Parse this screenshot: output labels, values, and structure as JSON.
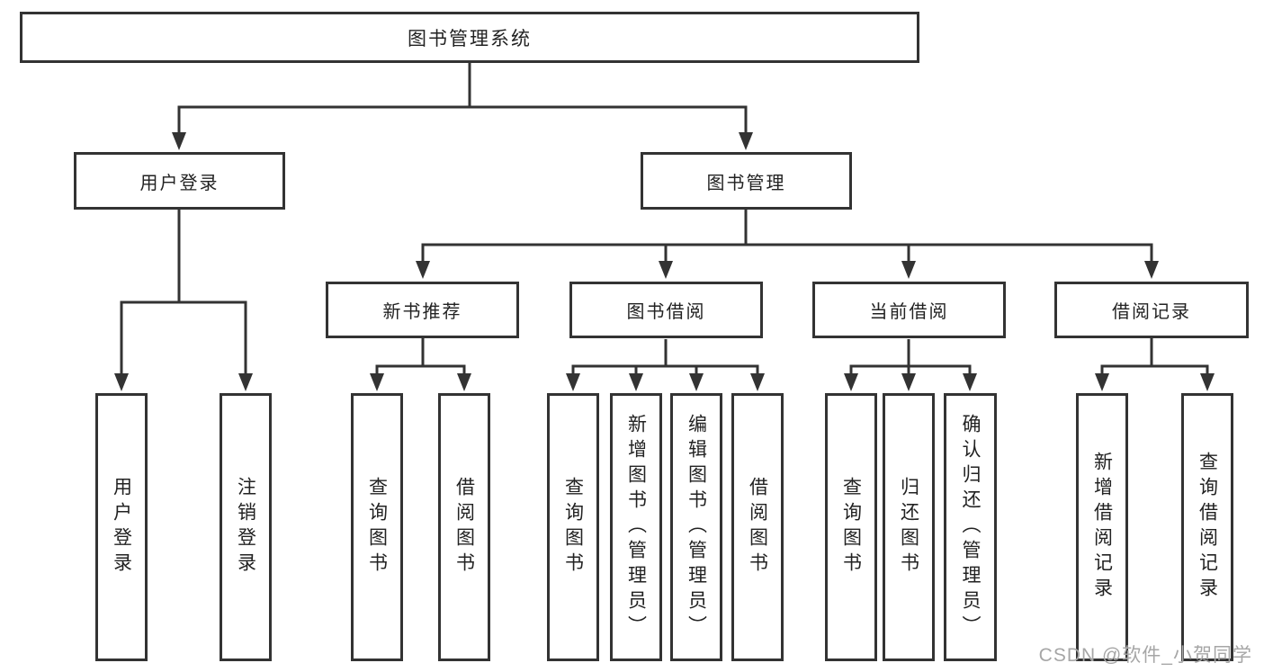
{
  "colors": {
    "line": "#333333",
    "box_border": "#333333",
    "text": "#222222",
    "watermark": "#a6a6a6",
    "background": "#ffffff"
  },
  "watermark": {
    "text": "CSDN @软件_小贺同学"
  },
  "diagram": {
    "root": {
      "label": "图书管理系统"
    },
    "branches": [
      {
        "label": "用户登录",
        "children": [
          {
            "label": "用户登录"
          },
          {
            "label": "注销登录"
          }
        ]
      },
      {
        "label": "图书管理",
        "children": [
          {
            "label": "新书推荐",
            "children": [
              {
                "label": "查询图书"
              },
              {
                "label": "借阅图书"
              }
            ]
          },
          {
            "label": "图书借阅",
            "children": [
              {
                "label": "查询图书"
              },
              {
                "label": "新增图书（管理员）"
              },
              {
                "label": "编辑图书（管理员）"
              },
              {
                "label": "借阅图书"
              }
            ]
          },
          {
            "label": "当前借阅",
            "children": [
              {
                "label": "查询图书"
              },
              {
                "label": "归还图书"
              },
              {
                "label": "确认归还（管理员）"
              }
            ]
          },
          {
            "label": "借阅记录",
            "children": [
              {
                "label": "新增借阅记录"
              },
              {
                "label": "查询借阅记录"
              }
            ]
          }
        ]
      }
    ]
  }
}
